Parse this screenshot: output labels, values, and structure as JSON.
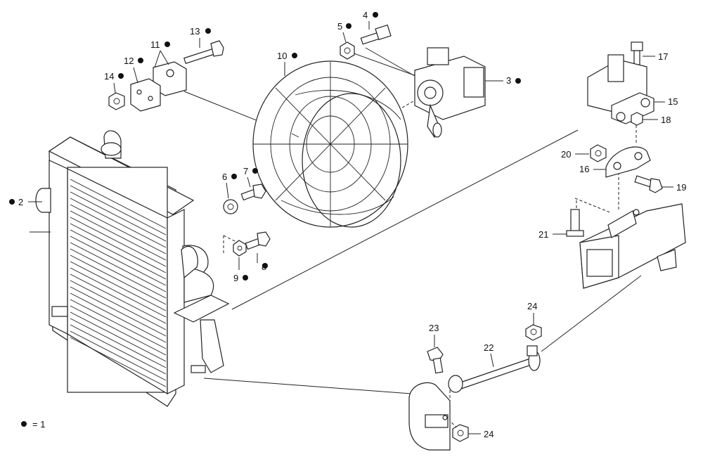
{
  "callouts": [
    {
      "id": "c2",
      "text": "2",
      "dot": "left"
    },
    {
      "id": "c3",
      "text": "3",
      "dot": "right"
    },
    {
      "id": "c4",
      "text": "4",
      "dot": "right"
    },
    {
      "id": "c5",
      "text": "5",
      "dot": "right"
    },
    {
      "id": "c6",
      "text": "6",
      "dot": "right"
    },
    {
      "id": "c7",
      "text": "7",
      "dot": "right"
    },
    {
      "id": "c8",
      "text": "8",
      "dot": "right"
    },
    {
      "id": "c9",
      "text": "9",
      "dot": "right"
    },
    {
      "id": "c10",
      "text": "10",
      "dot": "right"
    },
    {
      "id": "c11",
      "text": "11",
      "dot": "right"
    },
    {
      "id": "c12",
      "text": "12",
      "dot": "right"
    },
    {
      "id": "c13",
      "text": "13",
      "dot": "right"
    },
    {
      "id": "c14",
      "text": "14",
      "dot": "right"
    },
    {
      "id": "c15",
      "text": "15",
      "dot": "none"
    },
    {
      "id": "c16",
      "text": "16",
      "dot": "none"
    },
    {
      "id": "c17",
      "text": "17",
      "dot": "none"
    },
    {
      "id": "c18",
      "text": "18",
      "dot": "none"
    },
    {
      "id": "c19",
      "text": "19",
      "dot": "none"
    },
    {
      "id": "c20",
      "text": "20",
      "dot": "none"
    },
    {
      "id": "c21",
      "text": "21",
      "dot": "none"
    },
    {
      "id": "c22",
      "text": "22",
      "dot": "none"
    },
    {
      "id": "c23",
      "text": "23",
      "dot": "none"
    },
    {
      "id": "c24a",
      "text": "24",
      "dot": "none"
    },
    {
      "id": "c24b",
      "text": "24",
      "dot": "none"
    }
  ],
  "legend": {
    "text": "= 1"
  }
}
